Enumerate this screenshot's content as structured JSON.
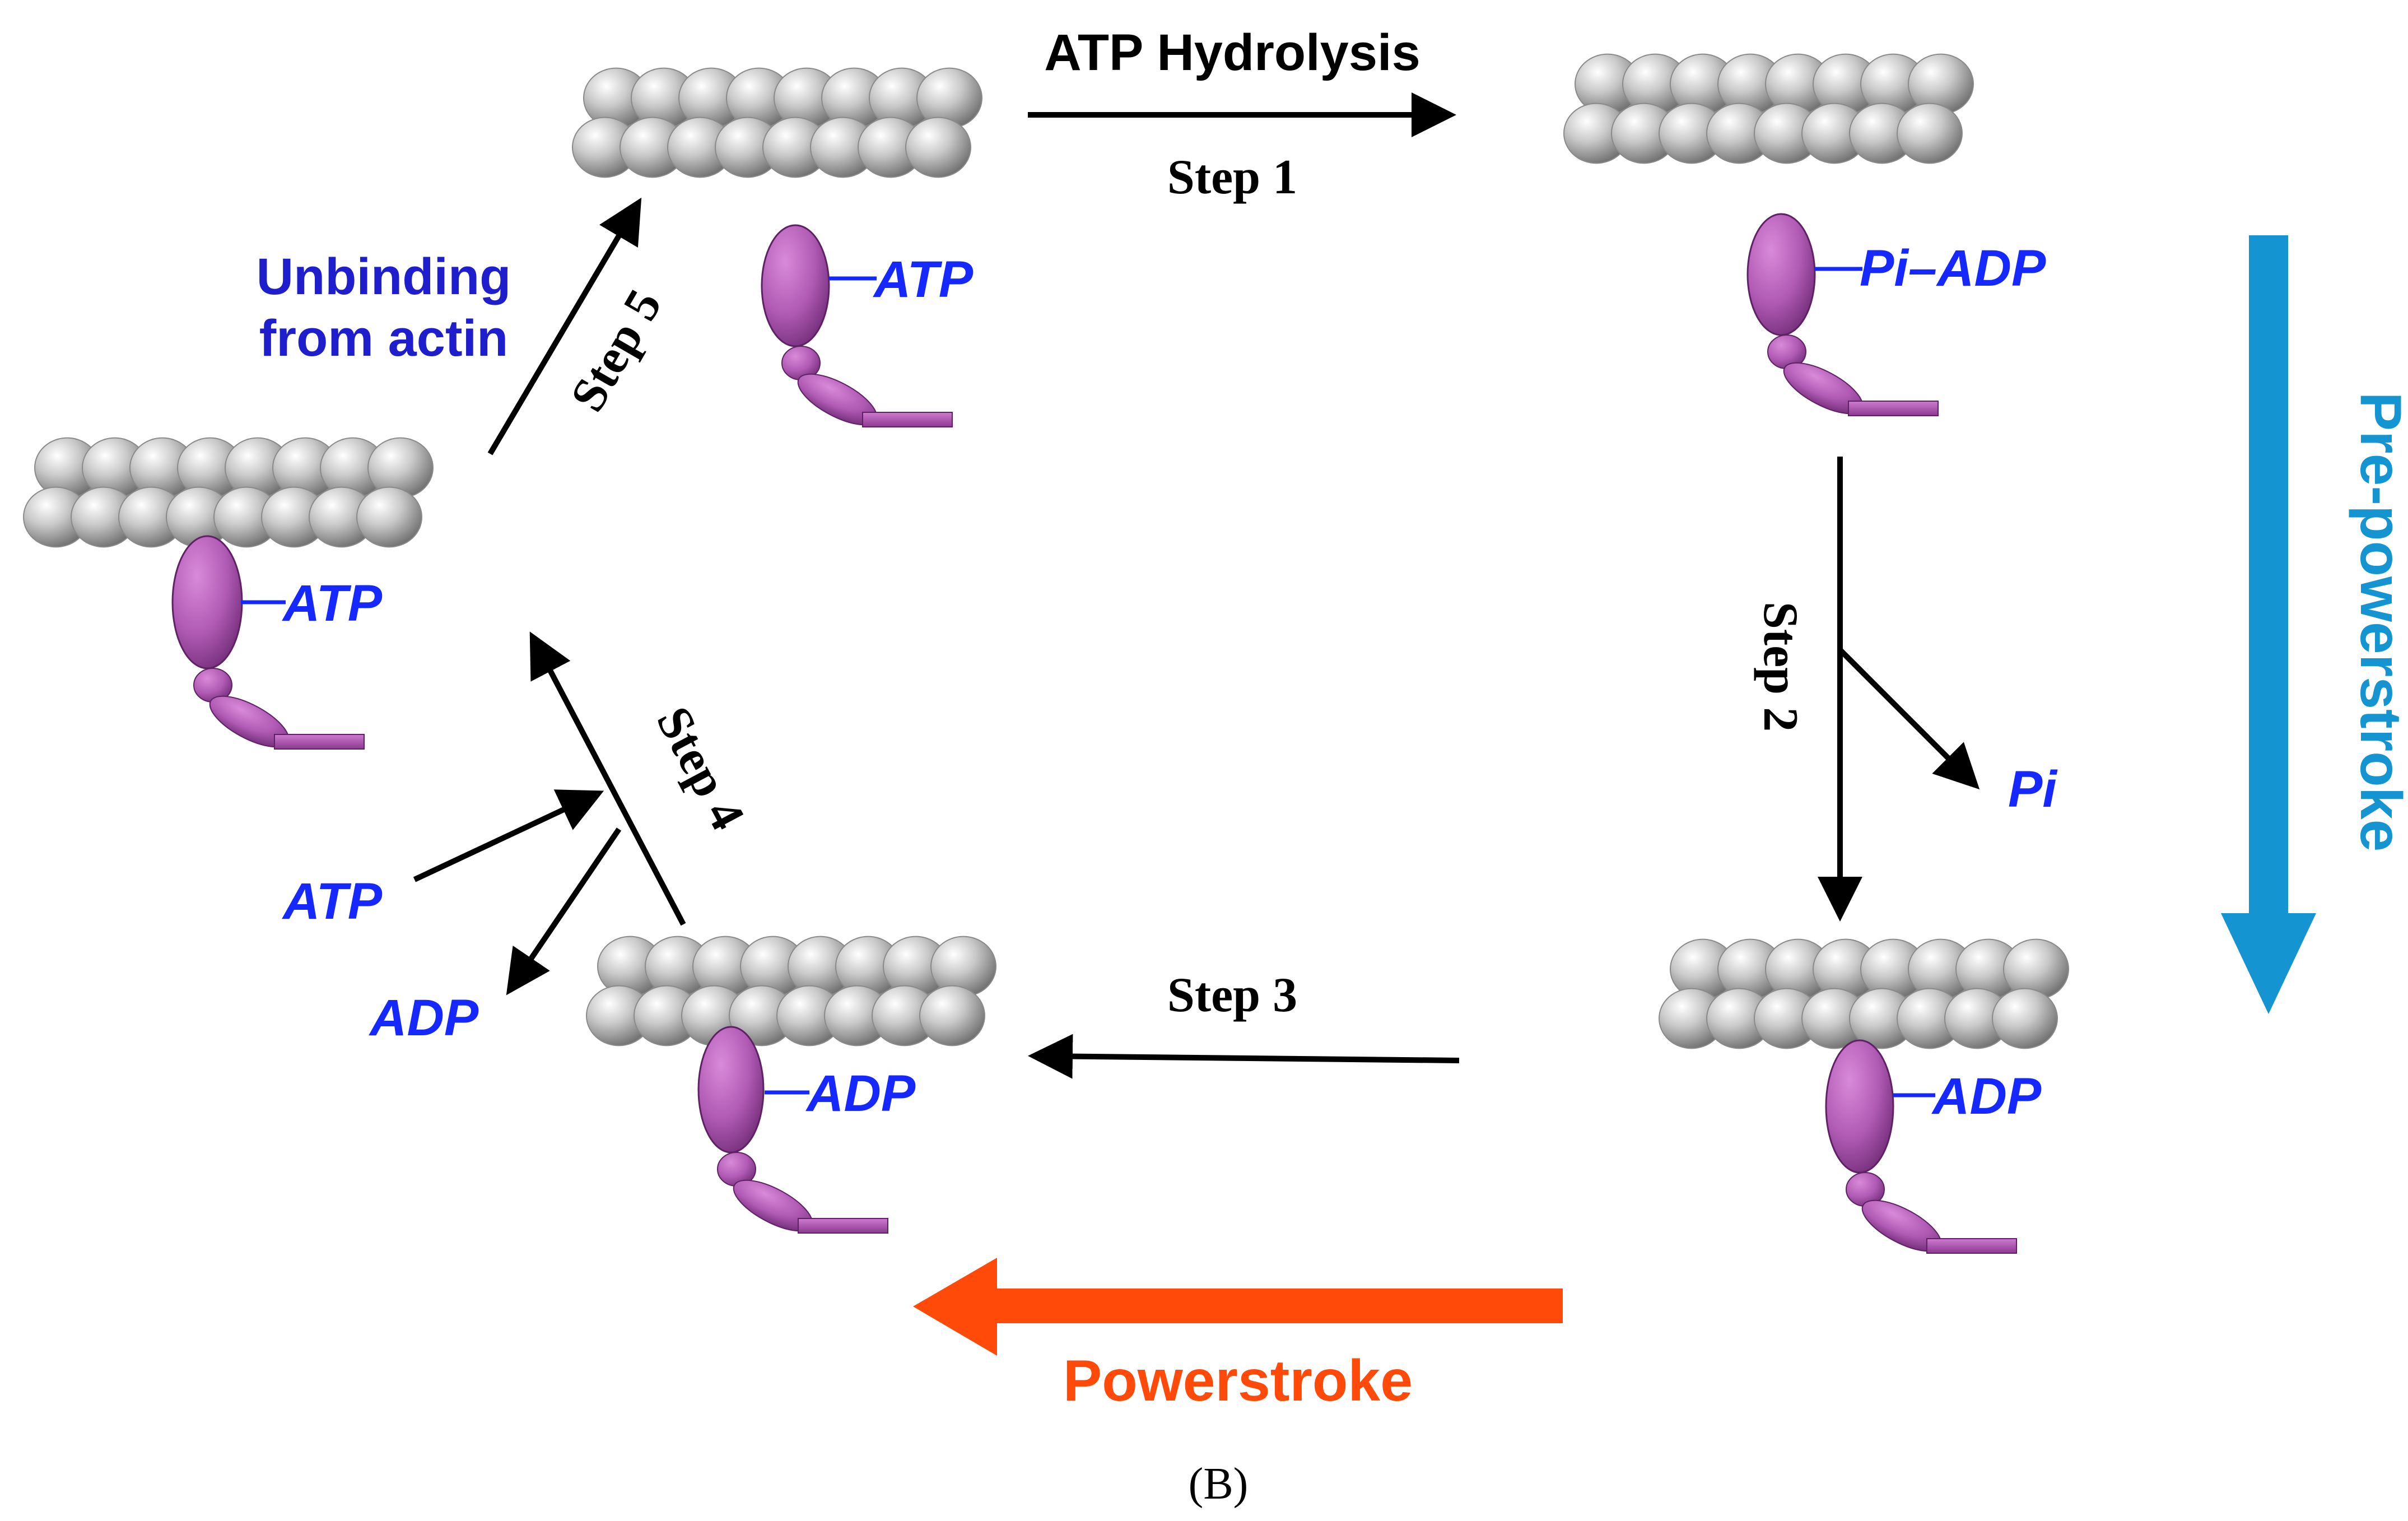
{
  "labels": {
    "atp_hydrolysis": "ATP Hydrolysis",
    "step1": "Step 1",
    "step2": "Step 2",
    "step3": "Step 3",
    "step4": "Step 4",
    "step5": "Step 5",
    "unbinding_line1": "Unbinding",
    "unbinding_line2": "from actin",
    "pre_powerstroke": "Pre-powerstroke",
    "powerstroke": "Powerstroke",
    "panel": "(B)"
  },
  "nucleotides": {
    "atp_top": "ATP",
    "pi_adp": "Pi–ADP",
    "atp_left": "ATP",
    "pi_released": "Pi",
    "atp_in": "ATP",
    "adp_out": "ADP",
    "adp_middle": "ADP",
    "adp_right": "ADP"
  },
  "colors": {
    "nucleotide": "#1428ff",
    "unbinding": "#1e1ecc",
    "myosin": "#b458b8",
    "myosin_dark": "#7a2e80",
    "actin": "#b4b4b4",
    "pre_powerstroke": "#1494d0",
    "powerstroke": "#ff4a0a",
    "arrow": "#000000"
  }
}
